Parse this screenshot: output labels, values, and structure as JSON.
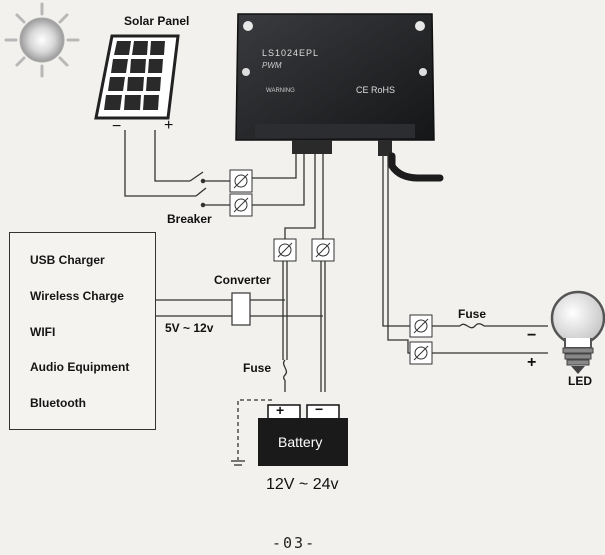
{
  "labels": {
    "solar_panel": "Solar Panel",
    "breaker": "Breaker",
    "converter": "Converter",
    "converter_range": "5V ~ 12v",
    "fuse_battery": "Fuse",
    "fuse_load": "Fuse",
    "battery": "Battery",
    "battery_voltage": "12V ~ 24v",
    "led": "LED",
    "panel_minus": "−",
    "panel_plus": "+",
    "battery_plus": "+",
    "battery_minus": "−",
    "led_minus": "−",
    "led_plus": "+"
  },
  "controller": {
    "model": "LS1024EPL",
    "type": "PWM",
    "warning": "WARNING",
    "cert": "CE RoHS"
  },
  "devices": [
    "USB Charger",
    "Wireless Charge",
    "WIFI",
    "Audio Equipment",
    "Bluetooth"
  ],
  "page_number": "-03-",
  "colors": {
    "wire": "#333333",
    "battery": "#1a1a1a",
    "controller": "#232426",
    "panel": "#2a2a2a"
  }
}
